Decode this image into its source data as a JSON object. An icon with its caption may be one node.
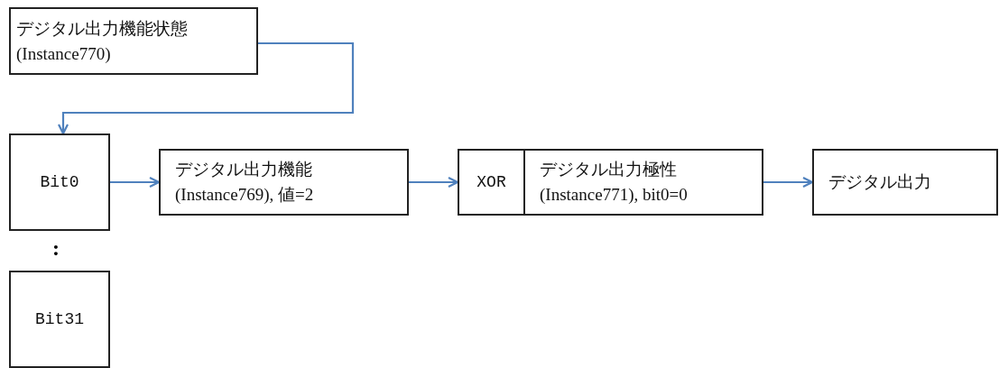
{
  "diagram": {
    "nodes": [
      {
        "text": [
          "デジタル出力機能状態 (Instance770)"
        ]
      },
      {
        "text": [
          "Bit0"
        ]
      },
      {
        "text": [
          "Bit31"
        ]
      },
      {
        "text": [
          "デジタル出力機能 (Instance769), 値=2"
        ]
      },
      {
        "text": [
          "XOR"
        ]
      },
      {
        "text": [
          "デジタル出力極性 (Instance771), bit0=0"
        ]
      },
      {
        "text": [
          "デジタル出力"
        ]
      }
    ],
    "edges": [
      {
        "from": 0,
        "to": 1,
        "arrow": "to"
      },
      {
        "from": 1,
        "to": 3,
        "arrow": "to"
      },
      {
        "from": 3,
        "to": 4,
        "arrow": "to"
      },
      {
        "from": 5,
        "to": 6,
        "arrow": "to"
      }
    ],
    "labels": [
      ":"
    ]
  }
}
